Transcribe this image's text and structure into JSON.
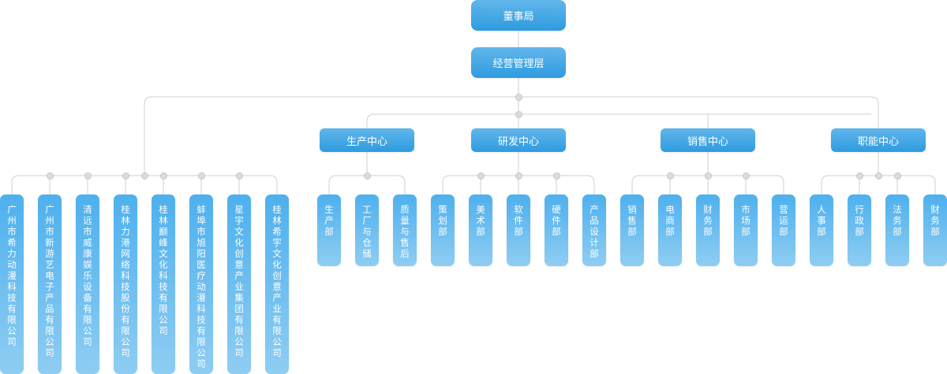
{
  "colors": {
    "node_top": "#62b6ea",
    "node_bottom": "#2e9be0",
    "line": "#cfcfcf",
    "dot": "#dcdcdc"
  },
  "top": {
    "board": "董事局",
    "management": "经营管理层"
  },
  "companies": [
    "广州市希力动漫科技有限公司",
    "广州市新游艺电子产品有限公司",
    "清远市威康娱乐设备有限公司",
    "桂林力港网络科技股份有限公司",
    "桂林巅峰文化科技有限公司",
    "蚌埠市旭阳医疗动漫科技有限公司",
    "星宇文化创意产业集团有限公司",
    "桂林希宇文化创意产业有限公司"
  ],
  "centers": [
    {
      "name": "生产中心",
      "departments": [
        "生产部",
        "工厂与仓储",
        "质量与售后"
      ]
    },
    {
      "name": "研发中心",
      "departments": [
        "策划部",
        "美术部",
        "软件部",
        "硬件部",
        "产品设计部"
      ]
    },
    {
      "name": "销售中心",
      "departments": [
        "销售部",
        "电商部",
        "财务部",
        "市场部",
        "营运部"
      ]
    },
    {
      "name": "职能中心",
      "departments": [
        "人事部",
        "行政部",
        "法务部",
        "财务部"
      ]
    }
  ]
}
